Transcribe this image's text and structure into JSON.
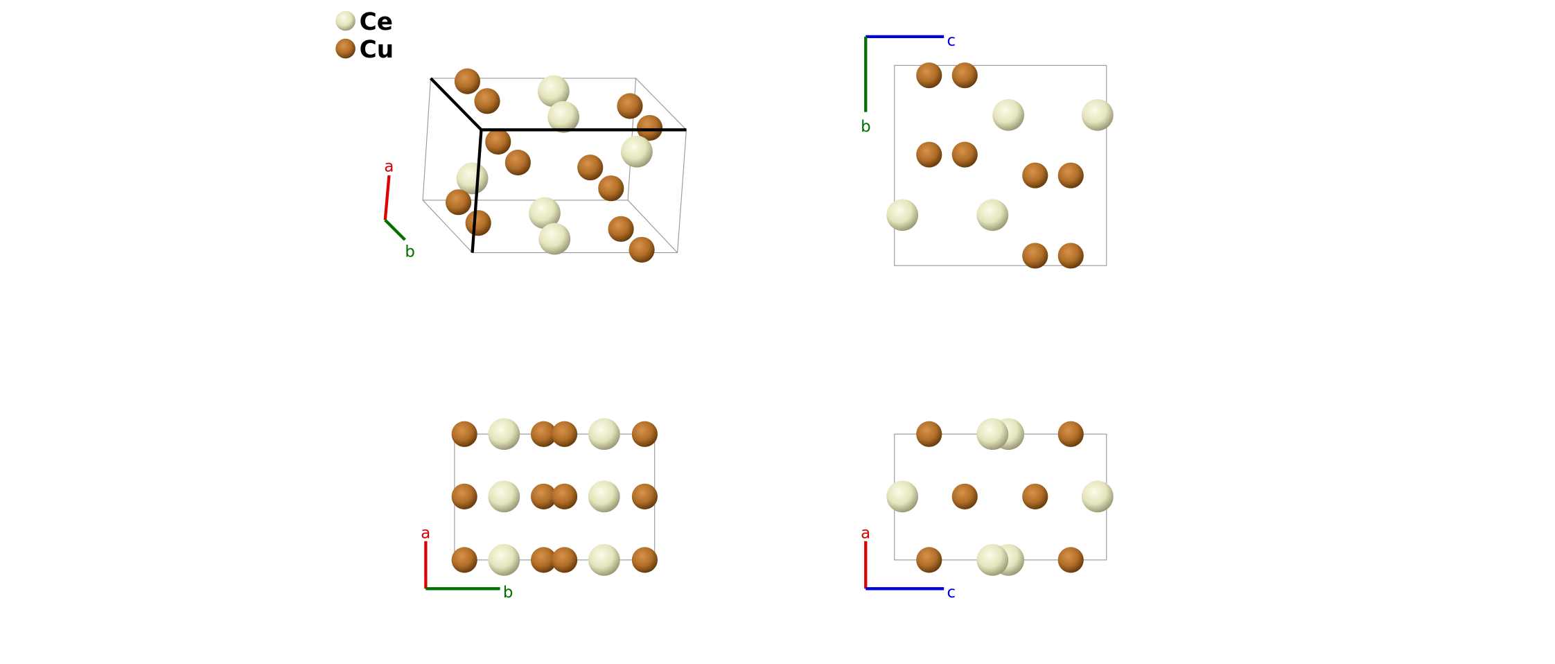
{
  "legend": {
    "items": [
      {
        "label": "Ce",
        "color": "#e8e8c0"
      },
      {
        "label": "Cu",
        "color": "#b06e28"
      }
    ]
  },
  "axes": {
    "a": {
      "label": "a",
      "color": "#dd0000"
    },
    "b": {
      "label": "b",
      "color": "#007000"
    },
    "c": {
      "label": "c",
      "color": "#0000dd"
    }
  }
}
